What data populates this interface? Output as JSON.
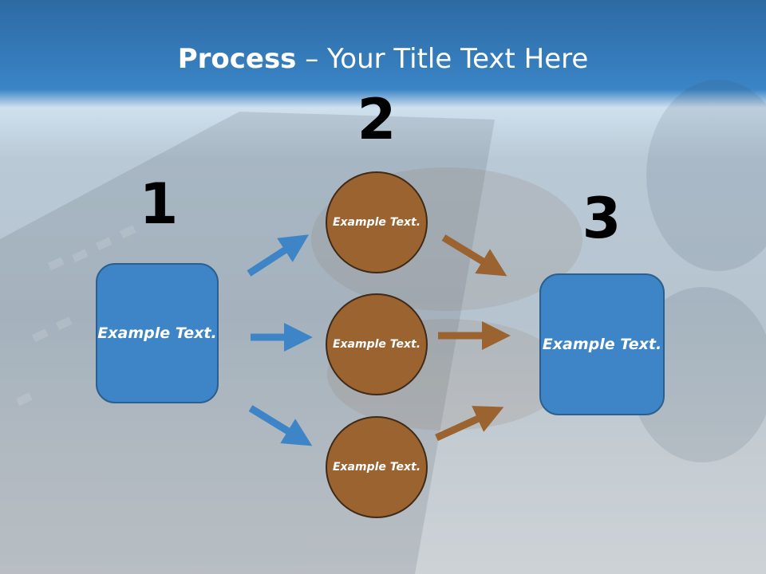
{
  "title": {
    "bold": "Process",
    "rest": " – Your Title Text Here"
  },
  "steps": {
    "step1": {
      "number": "1",
      "text": "Example Text."
    },
    "step2": {
      "number": "2",
      "items": [
        "Example Text.",
        "Example Text.",
        "Example Text."
      ]
    },
    "step3": {
      "number": "3",
      "text": "Example Text."
    }
  },
  "colors": {
    "header_blue": "#3a84c6",
    "box_blue": "#3d85c6",
    "circle_brown": "#9a6330",
    "arrow_blue": "#3d85c6",
    "arrow_brown": "#9a6330"
  }
}
